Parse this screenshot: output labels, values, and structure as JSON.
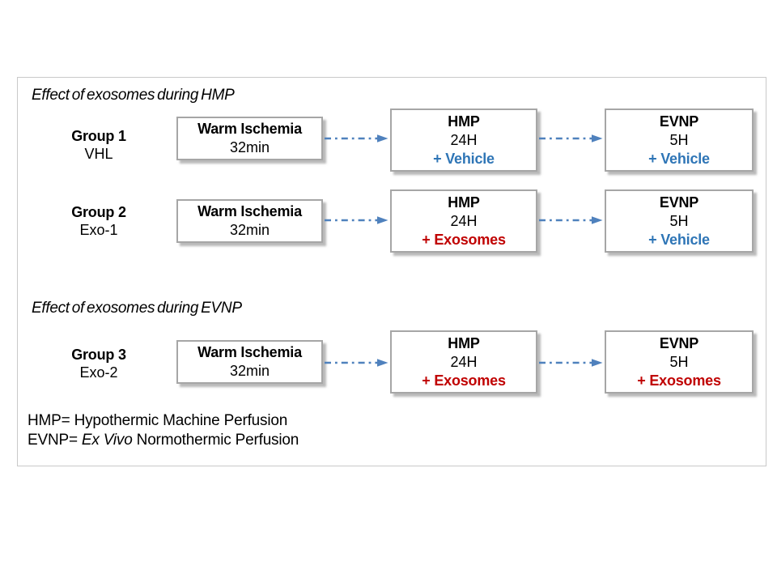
{
  "colors": {
    "vehicle_blue": "#2E75B6",
    "exosomes_red": "#C00000",
    "arrow_blue": "#4F81BD",
    "box_border_gray": "#A6A6A6",
    "panel_border_gray": "#C9C9C9"
  },
  "sections": [
    {
      "title": "Effect of exosomes during HMP"
    },
    {
      "title": "Effect of exosomes during EVNP"
    }
  ],
  "groups": [
    {
      "label": "Group 1",
      "sublabel": "VHL",
      "warm": {
        "line1": "Warm Ischemia",
        "line2": "32min"
      },
      "hmp": {
        "line1": "HMP",
        "line2": "24H",
        "line3": "+ Vehicle"
      },
      "evnp": {
        "line1": "EVNP",
        "line2": "5H",
        "line3": "+ Vehicle"
      }
    },
    {
      "label": "Group 2",
      "sublabel": "Exo-1",
      "warm": {
        "line1": "Warm Ischemia",
        "line2": "32min"
      },
      "hmp": {
        "line1": "HMP",
        "line2": "24H",
        "line3": "+ Exosomes"
      },
      "evnp": {
        "line1": "EVNP",
        "line2": "5H",
        "line3": "+ Vehicle"
      }
    },
    {
      "label": "Group 3",
      "sublabel": "Exo-2",
      "warm": {
        "line1": "Warm Ischemia",
        "line2": "32min"
      },
      "hmp": {
        "line1": "HMP",
        "line2": "24H",
        "line3": "+ Exosomes"
      },
      "evnp": {
        "line1": "EVNP",
        "line2": "5H",
        "line3": "+ Exosomes"
      }
    }
  ],
  "legend": {
    "line1": "HMP= Hypothermic Machine Perfusion",
    "line2_prefix": "EVNP= ",
    "line2_italic": "Ex Vivo",
    "line2_rest": " Normothermic Perfusion"
  }
}
